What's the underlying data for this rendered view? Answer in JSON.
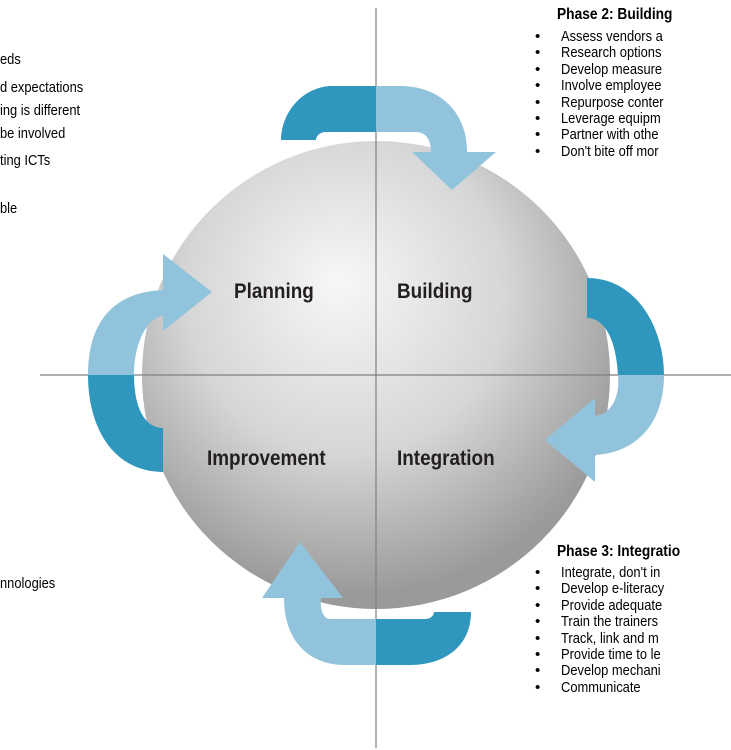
{
  "quadrants": {
    "planning": "Planning",
    "building": "Building",
    "improvement": "Improvement",
    "integration": "Integration"
  },
  "left_fragments": [
    "eds",
    "d expectations",
    "ing is different",
    "be involved",
    "ting ICTs",
    "ble",
    "nnologies"
  ],
  "phase2": {
    "title": "Phase 2: Building",
    "items": [
      "Assess vendors a",
      "Research options",
      "Develop measure",
      "Involve employee",
      "Repurpose conter",
      "Leverage equipm",
      "Partner with othe",
      "Don't bite off mor"
    ]
  },
  "phase3": {
    "title": "Phase 3: Integratio",
    "items": [
      "Integrate, don't in",
      "Develop e-literacy",
      "Provide adequate",
      "Train the trainers",
      "Track, link and m",
      "Provide time to le",
      "Develop mechani",
      "Communicate"
    ]
  },
  "colors": {
    "arrow_light": "#92c3dd",
    "arrow_dark": "#2f96bd",
    "sphere_light": "#f7f7f7",
    "sphere_dark": "#9a9a9a",
    "axis": "#7f7f7f"
  }
}
